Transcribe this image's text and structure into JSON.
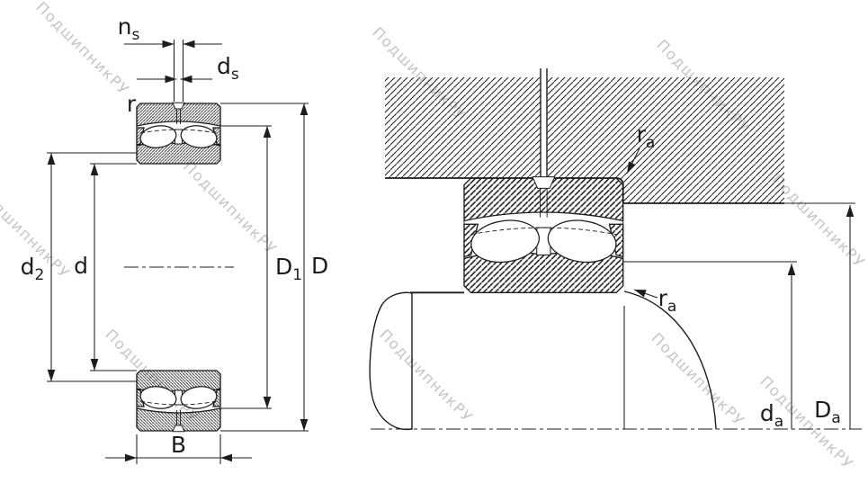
{
  "watermark": {
    "text": "ПодшипникРУ",
    "color": "#c6c6c6"
  },
  "labels": {
    "ns": {
      "main": "n",
      "sub": "s"
    },
    "ds": {
      "main": "d",
      "sub": "s"
    },
    "r": {
      "main": "r",
      "sub": ""
    },
    "d2": {
      "main": "d",
      "sub": "2"
    },
    "d": {
      "main": "d",
      "sub": ""
    },
    "D1": {
      "main": "D",
      "sub": "1"
    },
    "D": {
      "main": "D",
      "sub": ""
    },
    "B": {
      "main": "B",
      "sub": ""
    },
    "ra_top": {
      "main": "r",
      "sub": "a"
    },
    "ra_bottom": {
      "main": "r",
      "sub": "a"
    },
    "da": {
      "main": "d",
      "sub": "a"
    },
    "Da": {
      "main": "D",
      "sub": "a"
    }
  },
  "colors": {
    "line": "#1c1c1c",
    "watermark": "#c6c6c6",
    "background": "#ffffff"
  }
}
